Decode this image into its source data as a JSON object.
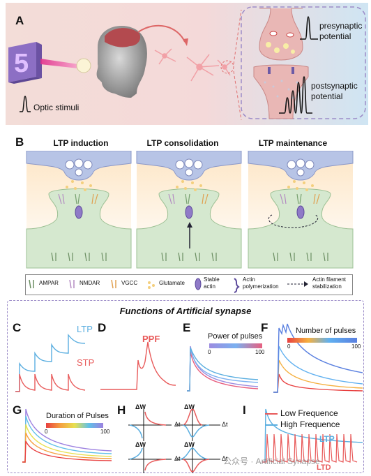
{
  "panelA": {
    "label": "A",
    "optic_stimuli": "Optic stimuli",
    "presynaptic_potential": "presynaptic\npotential",
    "postsynaptic_potential": "postsynaptic\npotential",
    "display_digit": "5"
  },
  "panelB": {
    "label": "B",
    "stages": [
      "LTP induction",
      "LTP consolidation",
      "LTP maintenance"
    ],
    "legend": [
      "AMPAR",
      "NMDAR",
      "VGCC",
      "Glutamate",
      "Stable\nactin",
      "Actin\npolymerization",
      "Actin filament\nstabilization"
    ]
  },
  "functions": {
    "title": "Functions of Artificial synapse",
    "C": {
      "label": "C",
      "ltp": "LTP",
      "stp": "STP"
    },
    "D": {
      "label": "D",
      "ppf": "PPF"
    },
    "E": {
      "label": "E",
      "legend": "Power of pulses",
      "min": "0",
      "max": "100"
    },
    "F": {
      "label": "F",
      "legend": "Number of pulses",
      "min": "0",
      "max": "100"
    },
    "G": {
      "label": "G",
      "legend": "Duration of Pulses",
      "min": "0",
      "max": "100"
    },
    "H": {
      "label": "H",
      "dw": "ΔW",
      "dt": "Δt"
    },
    "I": {
      "label": "I",
      "low": "Low Frequence",
      "high": "High Frequence",
      "ltp": "LTP",
      "ltd": "LTD"
    }
  },
  "watermark": "公众号 · Artificial Synapse",
  "colors": {
    "blue": "#5aaee0",
    "red": "#e85a5a",
    "pink": "#e0469a",
    "green_cell": "#c8e2c2",
    "purple_dash": "#9c8cc8"
  }
}
